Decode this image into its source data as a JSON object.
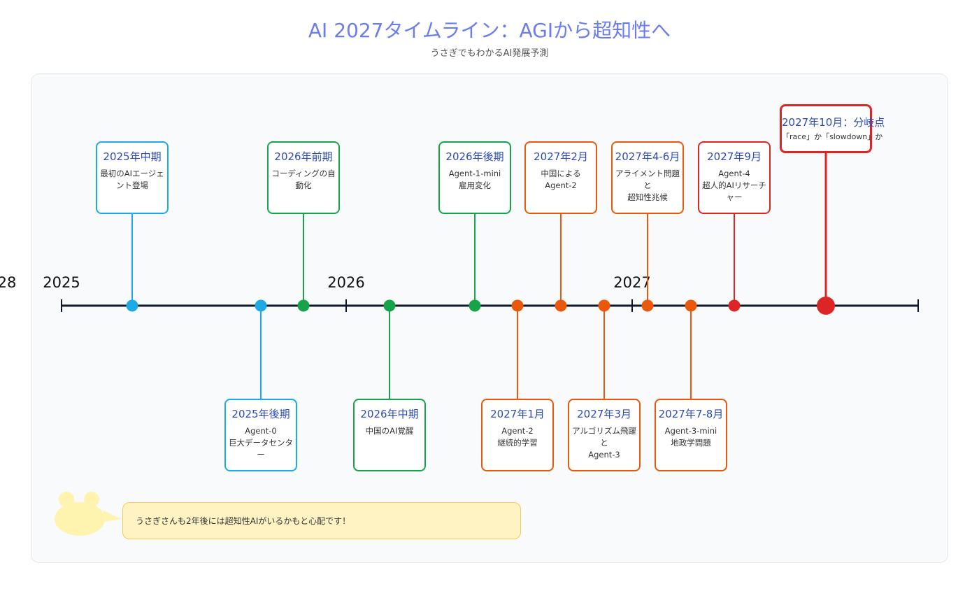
{
  "header": {
    "title": "AI 2027タイムライン：AGIから超知性へ",
    "subtitle": "うさぎでもわかるAI発展予測"
  },
  "axis": {
    "years": [
      "28",
      "2025",
      "2026",
      "2027"
    ]
  },
  "colors": {
    "blue": "#1fa9e5",
    "green": "#16a34a",
    "orange": "#ea580c",
    "red": "#dc2626",
    "axis": "#0f172a"
  },
  "events": [
    {
      "date": "2025年中期",
      "desc": "最初のAIエージェント登場",
      "color": "blue",
      "side": "top"
    },
    {
      "date": "2025年後期",
      "desc": "Agent-0\n巨大データセンター",
      "color": "blue",
      "side": "bottom"
    },
    {
      "date": "2026年前期",
      "desc": "コーディングの自動化",
      "color": "green",
      "side": "top"
    },
    {
      "date": "2026年中期",
      "desc": "中国のAI覚醒",
      "color": "green",
      "side": "bottom"
    },
    {
      "date": "2026年後期",
      "desc": "Agent-1-mini\n雇用変化",
      "color": "green",
      "side": "top"
    },
    {
      "date": "2027年1月",
      "desc": "Agent-2\n継続的学習",
      "color": "orange",
      "side": "bottom"
    },
    {
      "date": "2027年2月",
      "desc": "中国による\nAgent-2",
      "color": "orange",
      "side": "top"
    },
    {
      "date": "2027年3月",
      "desc": "アルゴリズム飛躍と\nAgent-3",
      "color": "orange",
      "side": "bottom"
    },
    {
      "date": "2027年4-6月",
      "desc": "アライメント問題と\n超知性兆候",
      "color": "orange",
      "side": "top"
    },
    {
      "date": "2027年7-8月",
      "desc": "Agent-3-mini\n地政学問題",
      "color": "orange",
      "side": "bottom"
    },
    {
      "date": "2027年9月",
      "desc": "Agent-4\n超人的AIリサーチャー",
      "color": "red",
      "side": "top"
    },
    {
      "date": "2027年10月：分岐点",
      "desc": "「race」か「slowdown」か",
      "color": "red",
      "side": "top",
      "final": true
    }
  ],
  "note": {
    "text": "うさぎさんも2年後には超知性AIがいるかもと心配です！"
  }
}
